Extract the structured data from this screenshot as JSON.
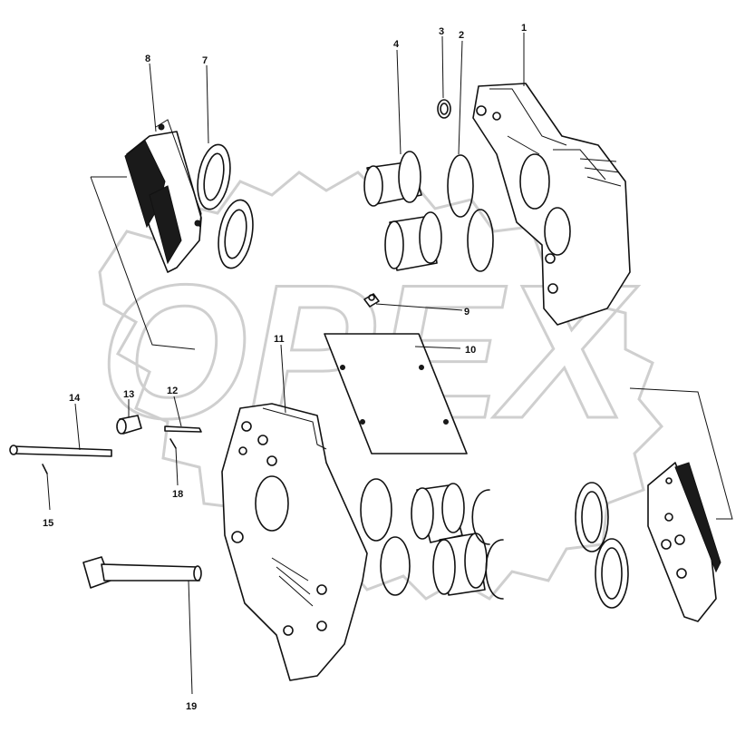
{
  "watermark": {
    "text": "OPEX"
  },
  "part_numbers": {
    "p1": "1",
    "p2": "2",
    "p3": "3",
    "p4": "4",
    "p7": "7",
    "p8": "8",
    "p9": "9",
    "p10": "10",
    "p11": "11",
    "p12": "12",
    "p13": "13",
    "p14": "14",
    "p15": "15",
    "p18": "18",
    "p19": "19"
  },
  "colors": {
    "ink": "#111111",
    "watermark": "#cfcfcf",
    "background": "#ffffff"
  }
}
